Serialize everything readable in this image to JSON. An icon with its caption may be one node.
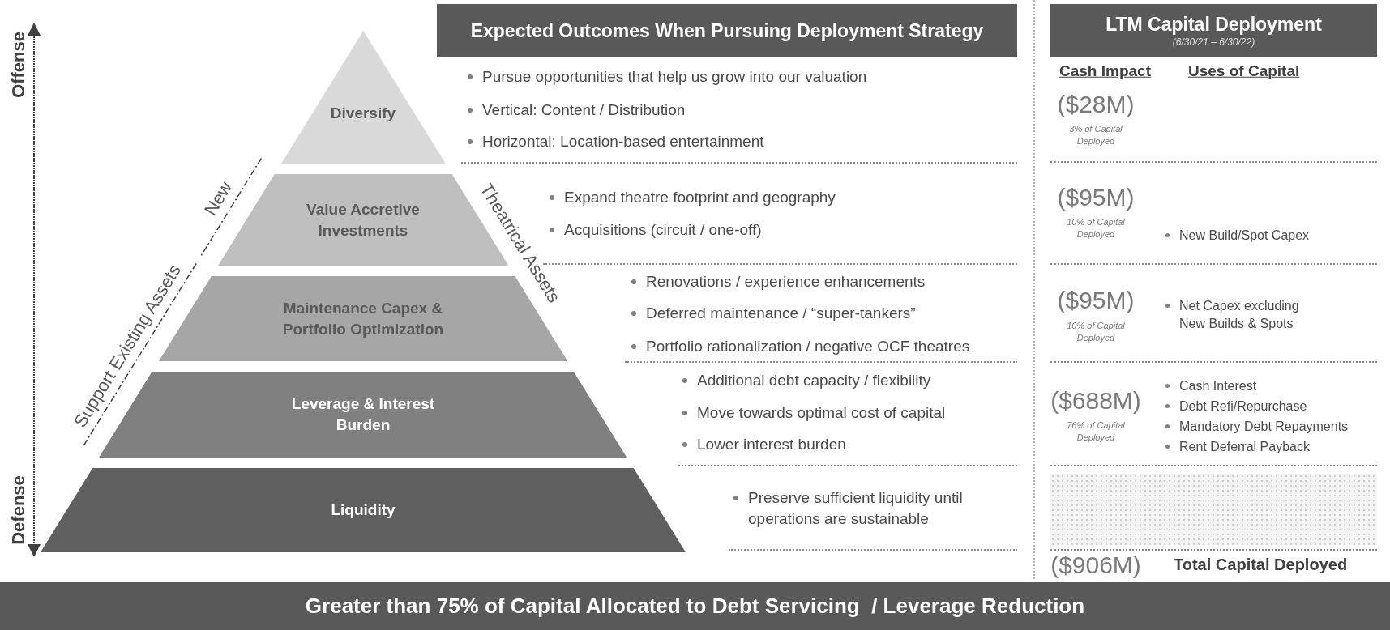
{
  "diagram": {
    "nodes": [
      {
        "text": [
          "Diversify"
        ]
      },
      {
        "text": [
          "Value Accretive Investments"
        ]
      },
      {
        "text": [
          "Maintenance Capex & Portfolio Optimization"
        ]
      },
      {
        "text": [
          "Leverage & Interest Burden"
        ]
      },
      {
        "text": [
          "Liquidity"
        ]
      },
      {
        "text": [
          "Expected Outcomes When Pursuing Deployment Strategy"
        ]
      },
      {
        "text": [
          "LTM Capital Deployment",
          "(6/30/21 – 6/30/22)"
        ]
      },
      {
        "text": [
          "Greater than 75% of Capital Allocated to Debt Servicing  / Leverage Reduction"
        ]
      }
    ],
    "edges": [],
    "labels": [
      "Offense",
      "Defense",
      "New",
      "Support Existing Assets",
      "Theatrical Assets",
      "Pursue opportunities that help us grow into our valuation",
      "Vertical: Content / Distribution",
      "Horizontal: Location-based entertainment",
      "Expand theatre footprint and geography",
      "Acquisitions (circuit / one-off)",
      "Renovations / experience enhancements",
      "Deferred maintenance / “super-tankers”",
      "Portfolio rationalization / negative OCF theatres",
      "Additional debt capacity / flexibility",
      "Move towards optimal cost of capital",
      "Lower interest burden",
      "Preserve sufficient liquidity until operations are sustainable",
      "Cash Impact",
      "Uses of Capital",
      "($28M)",
      "3% of Capital Deployed",
      "($95M)",
      "10% of Capital Deployed",
      "New Build/Spot Capex",
      "($95M)",
      "10% of Capital Deployed",
      "Net Capex excluding New Builds & Spots",
      "($688M)",
      "76% of Capital Deployed",
      "Cash Interest",
      "Debt Refi/Repurchase",
      "Mandatory Debt Repayments",
      "Rent Deferral Payback",
      "($906M)",
      "Total Capital Deployed"
    ]
  }
}
